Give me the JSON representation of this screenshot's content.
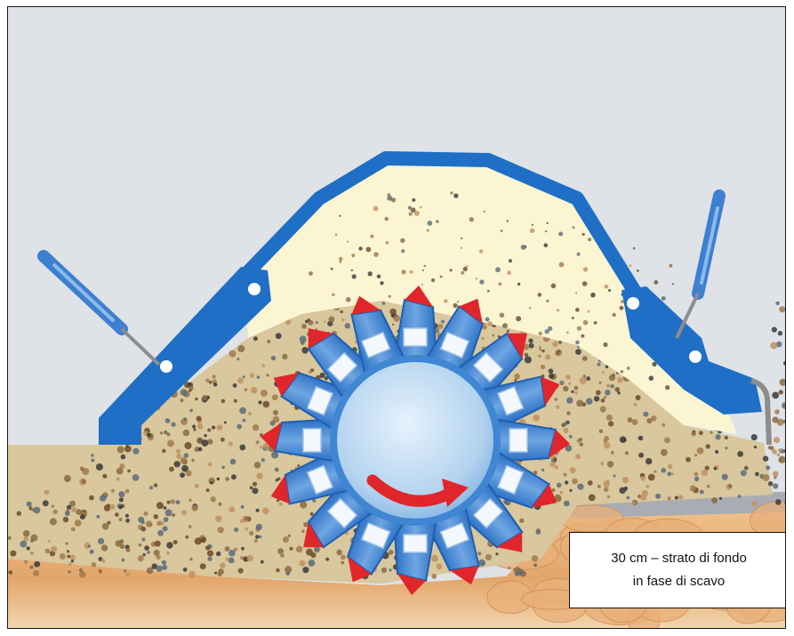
{
  "caption": {
    "line1": "30 cm – strato di fondo",
    "line2": "in fase di scavo"
  },
  "colors": {
    "background": "#dfe2e6",
    "machine_blue": "#1f6fc6",
    "hood_fill": "#fbf5d2",
    "gravel_fill": "#d8c59a",
    "ground": "#e7b47e",
    "rotor": "#bcd9f2",
    "tooth_tip": "#e0262a",
    "arrow": "#e0262a"
  },
  "icons": [
    "rotor-drum",
    "rotation-arrow-icon",
    "cutting-tooth-icon",
    "sensor-probe-icon"
  ]
}
